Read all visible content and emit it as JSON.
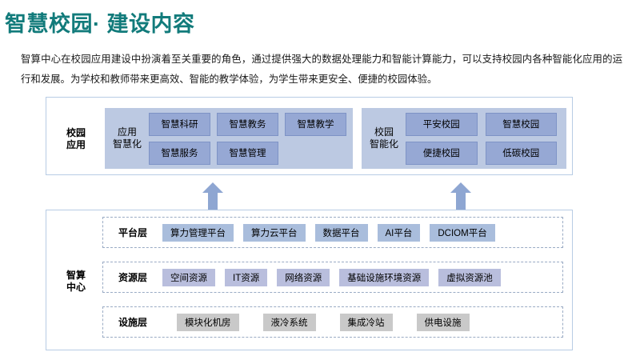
{
  "header": {
    "title": "智慧校园·  建设内容",
    "title_color": "#127b7b"
  },
  "description": {
    "text": "智算中心在校园应用建设中扮演着至关重要的角色，通过提供强大的数据处理能力和智能计算能力，可以支持校园内各种智能化应用的运行和发展。为学校和教师带来更高效、智能的教学体验，为学生带来更安全、便捷的校园体验。"
  },
  "campus_application": {
    "side_label": "校园\n应用",
    "groups": [
      {
        "label": "应用\n智慧化",
        "tags": [
          "智慧科研",
          "智慧教务",
          "智慧教学",
          "智慧服务",
          "智慧管理",
          ""
        ]
      },
      {
        "label": "校园\n智能化",
        "tags": [
          "平安校园",
          "智慧校园",
          "便捷校园",
          "低碳校园"
        ]
      }
    ]
  },
  "arrows": {
    "left_arrow": "up-arrow",
    "right_arrow": "up-arrow",
    "color": "#8ea6d2"
  },
  "compute_center": {
    "side_label": "智算\n中心",
    "layers": [
      {
        "name": "平台层",
        "items": [
          "算力管理平台",
          "算力云平台",
          "数据平台",
          "AI平台",
          "DCIOM平台"
        ],
        "color": "#a9bddc"
      },
      {
        "name": "资源层",
        "items": [
          "空间资源",
          "IT资源",
          "网络资源",
          "基础设施环境资源",
          "虚拟资源池"
        ],
        "color": "#b9bedd"
      },
      {
        "name": "设施层",
        "items": [
          "模块化机房",
          "液冷系统",
          "集成冷站",
          "供电设施"
        ],
        "color": "#c9c9c9"
      }
    ]
  },
  "colors": {
    "accent_teal": "#127b7b",
    "panel_blue": "#bcc9e2",
    "tag_blue": "#96a8d4",
    "container_border": "#b8cce4"
  }
}
